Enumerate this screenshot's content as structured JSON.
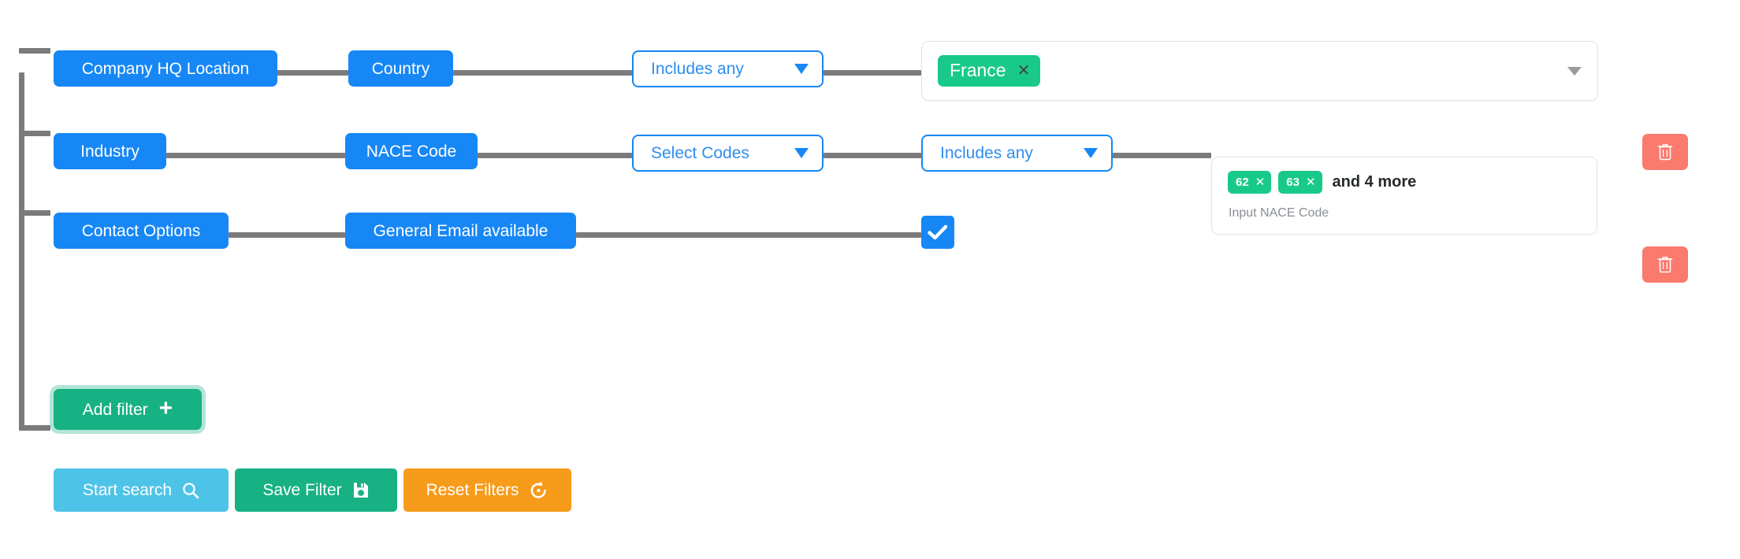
{
  "colors": {
    "node_blue": "#1787f5",
    "chip_green": "#19c98a",
    "delete_red": "#fa7a6e",
    "add_green": "#17b183",
    "search_blue": "#4ec3e8",
    "reset_orange": "#f79b1a",
    "line_gray": "#7b7b7b"
  },
  "rows": [
    {
      "category_label": "Company HQ Location",
      "field_label": "Country",
      "operator_label": "Includes any",
      "value_chips": [
        {
          "label": "France",
          "remove_icon": "close-icon"
        }
      ],
      "select_caret": "chevron-down-icon"
    },
    {
      "category_label": "Industry",
      "field_label": "NACE Code",
      "mode_label": "Select Codes",
      "operator_label": "Includes any",
      "value_chips": [
        {
          "label": "62",
          "remove_icon": "close-icon"
        },
        {
          "label": "63",
          "remove_icon": "close-icon"
        }
      ],
      "overflow_label": "and 4 more",
      "input_placeholder": "Input NACE Code",
      "delete_icon": "trash-icon"
    },
    {
      "category_label": "Contact Options",
      "field_label": "General Email available",
      "checkbox_checked": true,
      "checkbox_icon": "check-icon",
      "delete_icon": "trash-icon"
    }
  ],
  "add_filter": {
    "label": "Add filter",
    "icon": "plus-icon"
  },
  "actions": [
    {
      "label": "Start search",
      "icon": "search-icon"
    },
    {
      "label": "Save Filter",
      "icon": "save-disk-icon"
    },
    {
      "label": "Reset Filters",
      "icon": "undo-icon"
    }
  ]
}
